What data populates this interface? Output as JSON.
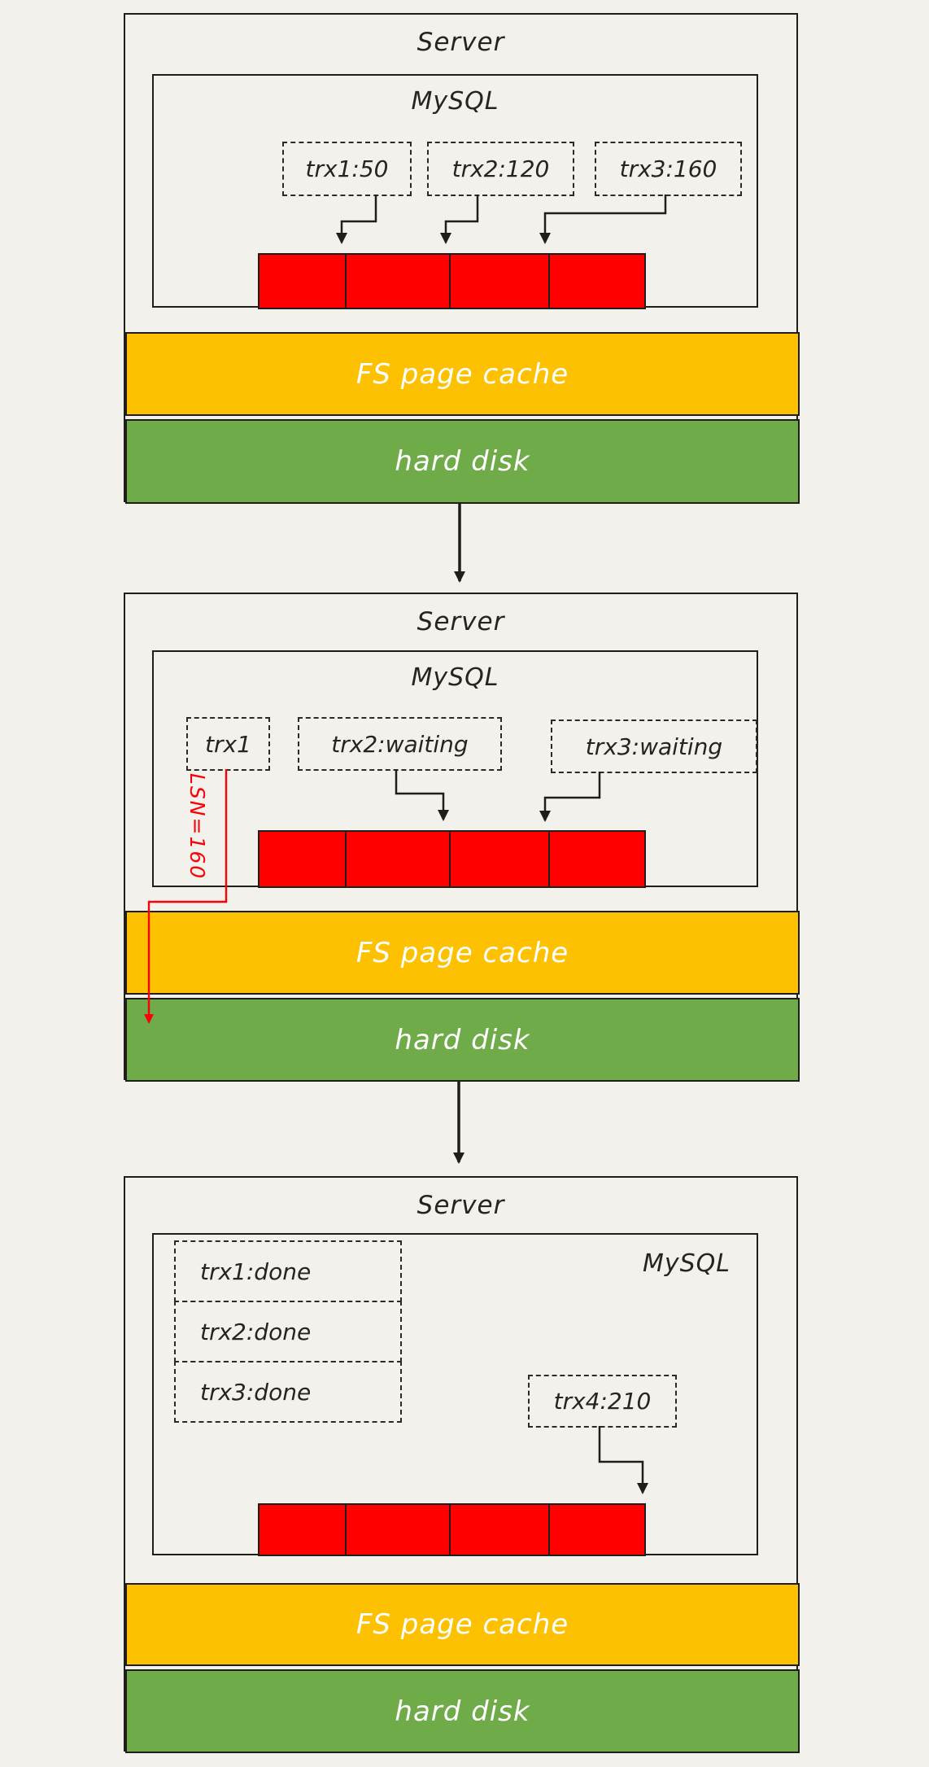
{
  "colors": {
    "background": "#f2f1ec",
    "stroke": "#1f1e1a",
    "redo_log_fill": "#fe0000",
    "fs_cache_fill": "#fdc101",
    "hard_disk_fill": "#70ab49",
    "bar_label_text": "#ffffff",
    "lsn_annotation": "#fb0007"
  },
  "panel1": {
    "server_title": "Server",
    "mysql_title": "MySQL",
    "trx1": "trx1:50",
    "trx2": "trx2:120",
    "trx3": "trx3:160",
    "fs_cache": "FS page cache",
    "hard_disk": "hard disk"
  },
  "panel2": {
    "server_title": "Server",
    "mysql_title": "MySQL",
    "trx1": "trx1",
    "trx2": "trx2:waiting",
    "trx3": "trx3:waiting",
    "lsn_label": "LSN=160",
    "fs_cache": "FS page cache",
    "hard_disk": "hard disk"
  },
  "panel3": {
    "server_title": "Server",
    "mysql_title": "MySQL",
    "trx1": "trx1:done",
    "trx2": "trx2:done",
    "trx3": "trx3:done",
    "trx4": "trx4:210",
    "fs_cache": "FS page cache",
    "hard_disk": "hard disk"
  }
}
